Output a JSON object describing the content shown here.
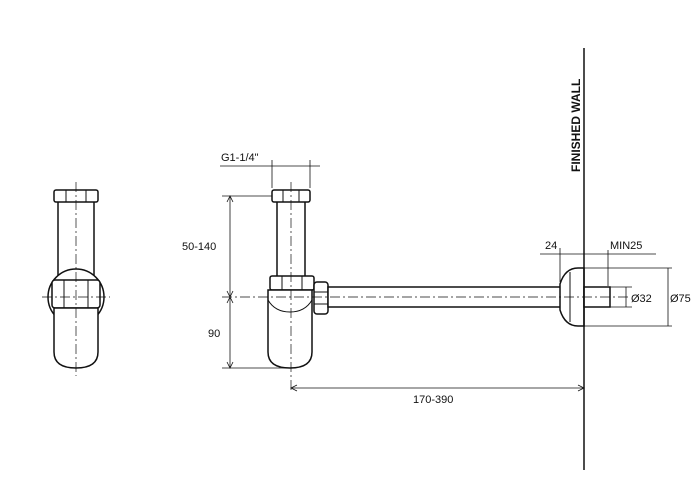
{
  "wall_label": "FINISHED WALL",
  "dimensions": {
    "thread": "G1-1/4\"",
    "height_range": "50-140",
    "lower_height": "90",
    "projection_range": "170-390",
    "flange_depth": "24",
    "min_insertion": "MIN25",
    "pipe_diameter": "Ø32",
    "flange_diameter": "Ø75"
  }
}
